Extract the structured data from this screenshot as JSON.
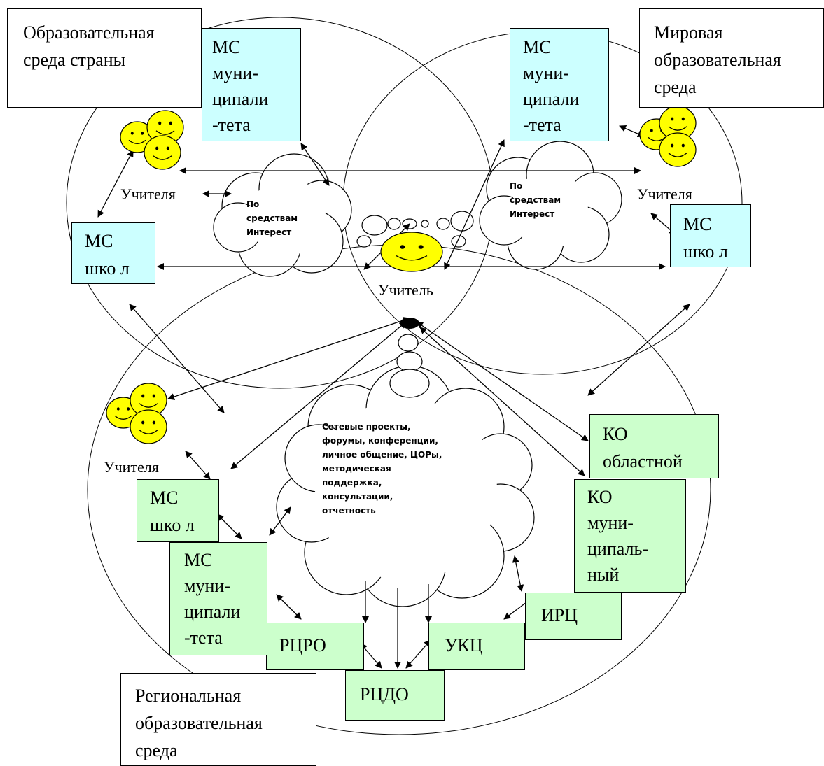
{
  "regions": {
    "country": "Образовательная\nсреда страны",
    "world": "Мировая\nобразовательная\nсреда",
    "regional": "Региональная\nобразовательная\nсреда"
  },
  "boxes": {
    "ms_mun_top_left": "МС\nмуни-\nципали\n-тета",
    "ms_mun_top_right": "МС\nмуни-\nципали\n-тета",
    "ms_school_left": "МС\nшко л",
    "ms_school_right": "МС\nшко л",
    "ms_school_bottom": "МС\nшко л",
    "ms_mun_bottom": "МС\nмуни-\nципали\n-тета",
    "ko_regional": "КО\nобластной",
    "ko_municipal": "КО\nмуни-\nципаль-\nный",
    "irc": "ИРЦ",
    "ukc": "УКЦ",
    "rcro": "РЦРО",
    "rcdo": "РЦДО"
  },
  "labels": {
    "teachers_left": "Учителя",
    "teachers_right": "Учителя",
    "teachers_bottom": "Учителя",
    "teacher_center": "Учитель"
  },
  "clouds": {
    "left": "По\nсредствам\nИнтерест",
    "right": "По\nсредствам\nИнтерест",
    "bottom": "Сетевые проекты,\nфорумы, конференции,\nличное общение, ЦОРы,\nметодическая\nподдержка,\nконсультации,\nотчетность"
  },
  "colors": {
    "cyan_box": "#ccffff",
    "green_box": "#ccffcc",
    "smiley": "#ffff00"
  }
}
